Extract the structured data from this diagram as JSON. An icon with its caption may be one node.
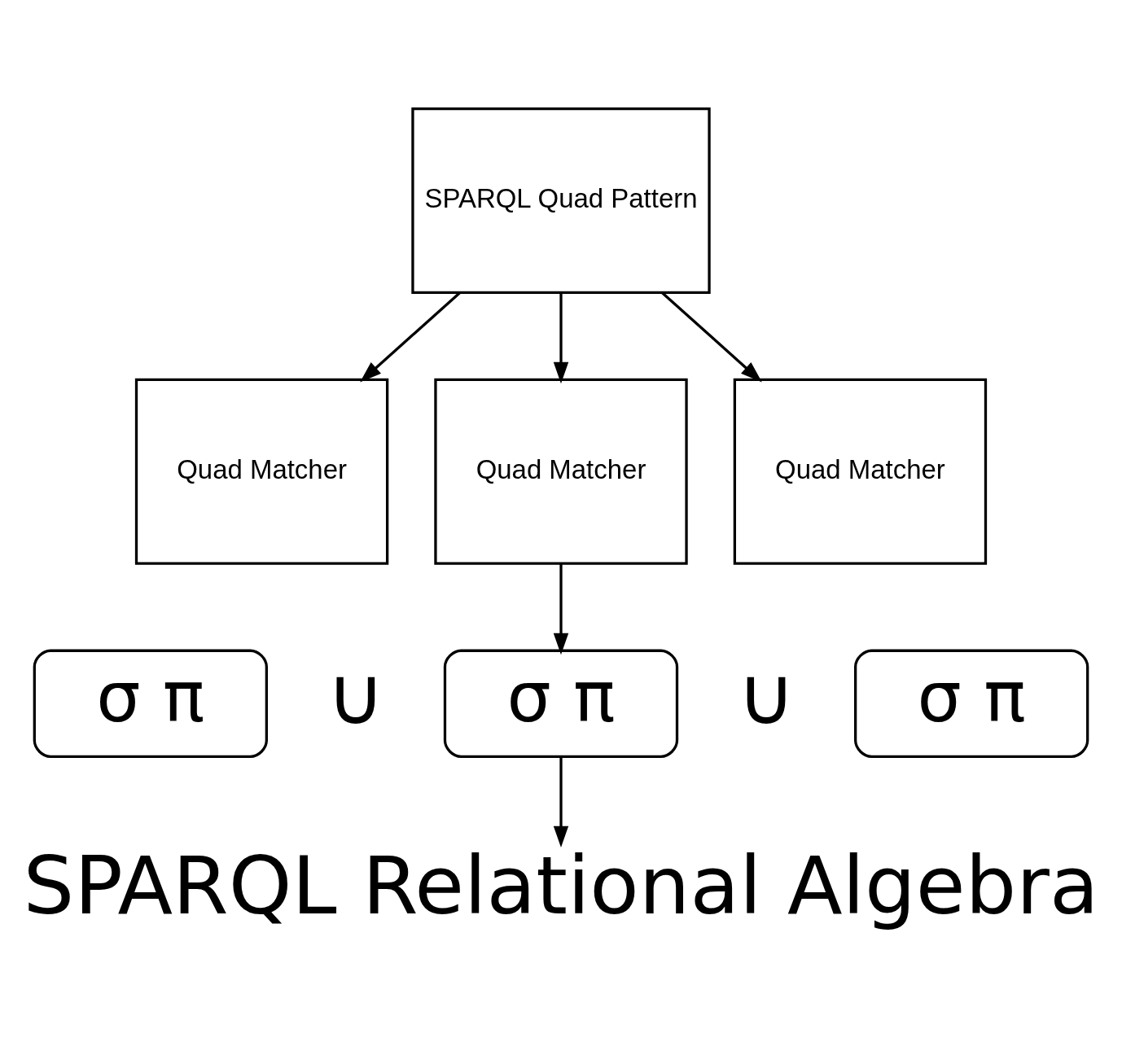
{
  "diagram": {
    "nodes": [
      {
        "text": [
          "SPARQL Quad Pattern"
        ]
      },
      {
        "text": [
          "Quad Matcher"
        ]
      },
      {
        "text": [
          "Quad Matcher"
        ]
      },
      {
        "text": [
          "Quad Matcher"
        ]
      },
      {
        "text": [
          "σ π"
        ]
      },
      {
        "text": [
          "σ π"
        ]
      },
      {
        "text": [
          "σ π"
        ]
      },
      {
        "text": [
          "SPARQL Relational Algebra"
        ]
      }
    ],
    "edges": [
      {
        "from": 0,
        "to": 1,
        "arrow": "to"
      },
      {
        "from": 0,
        "to": 2,
        "arrow": "to"
      },
      {
        "from": 0,
        "to": 3,
        "arrow": "to"
      },
      {
        "from": 2,
        "to": 5,
        "arrow": "to"
      },
      {
        "from": 5,
        "to": 7,
        "arrow": "to"
      }
    ],
    "labels": [
      "∪",
      "∪"
    ]
  }
}
